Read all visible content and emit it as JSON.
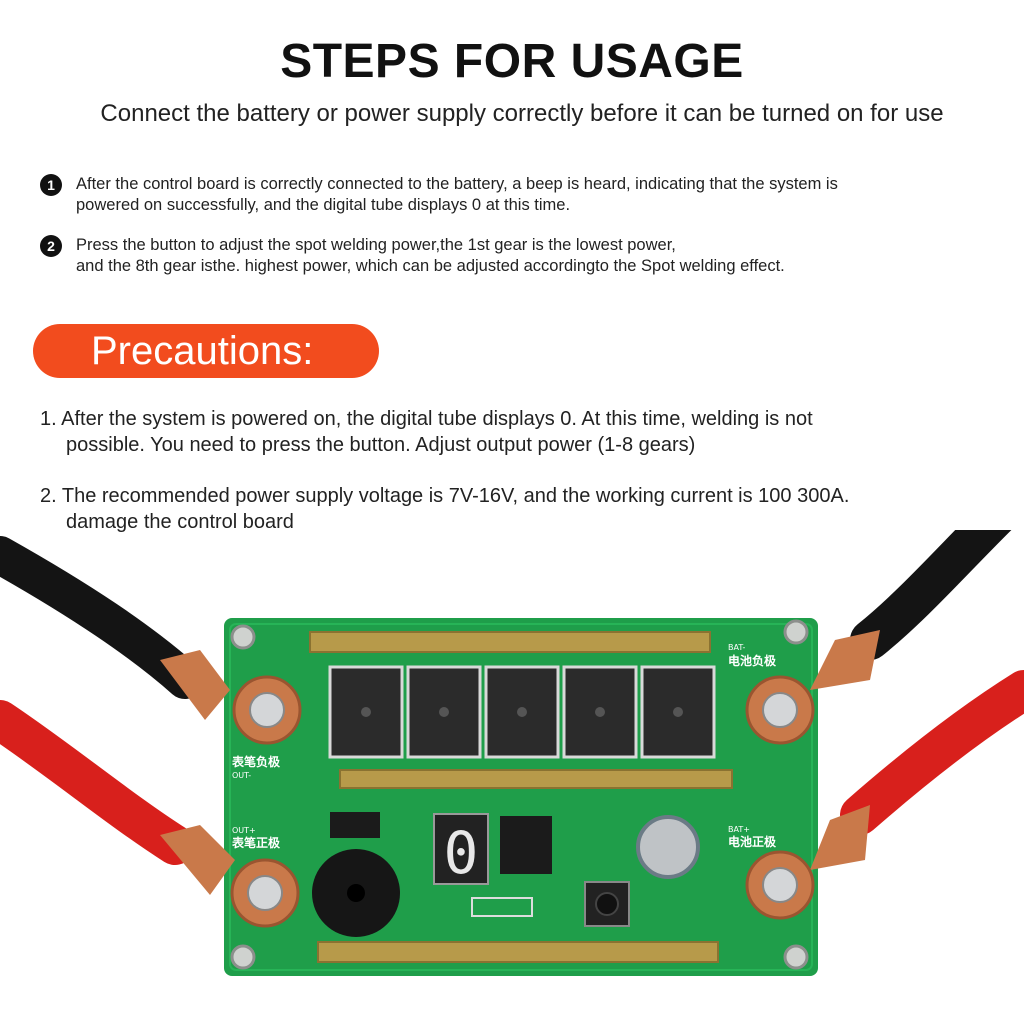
{
  "header": {
    "title": "STEPS FOR USAGE",
    "subtitle": "Connect the battery or power supply correctly before it can be turned on for use"
  },
  "steps": [
    {
      "number": "1",
      "line1": "After the control board is correctly connected to the battery, a beep is heard, indicating that the system is",
      "line2": "powered on successfully, and the digital tube displays 0 at this time."
    },
    {
      "number": "2",
      "line1": "Press the button to adjust the spot welding power,the 1st gear is the lowest power,",
      "line2": "and the 8th gear isthe. highest power, which can be adjusted accordingto the Spot welding effect."
    }
  ],
  "precautions": {
    "heading": "Precautions:",
    "items": [
      {
        "line1": "1. After the system is powered on, the digital tube displays 0. At this time, welding is not",
        "line2": "possible. You need to press the button. Adjust output power (1-8 gears)"
      },
      {
        "line1": "2. The recommended power supply voltage is 7V-16V, and the working current is 100 300A.",
        "line2": "damage the control board"
      }
    ]
  },
  "board": {
    "label_out_minus_cn": "表笔负极",
    "label_out_minus": "OUT-",
    "label_out_plus_cn": "表笔正极",
    "label_out_plus": "OUT+",
    "label_bat_minus_cn": "电池负极",
    "label_bat_minus": "BAT-",
    "label_bat_plus_cn": "电池正极",
    "label_bat_plus": "BAT+",
    "display_digit": "0"
  },
  "colors": {
    "accent": "#f24c1e",
    "pcb": "#1f9e4a",
    "copper": "#c9794a",
    "wire_red": "#d8201c",
    "wire_black": "#141414"
  }
}
